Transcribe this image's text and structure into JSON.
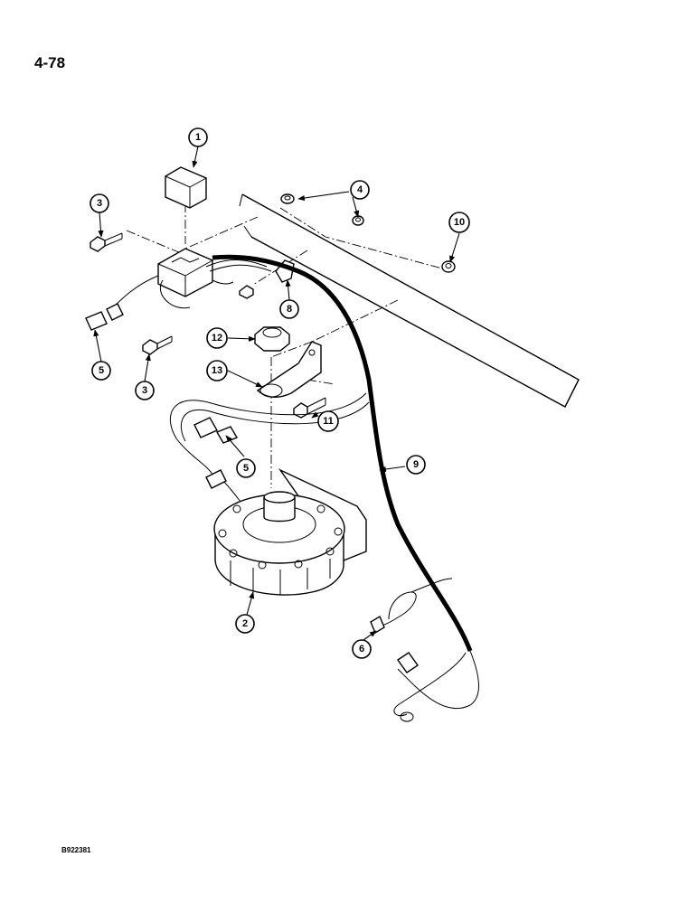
{
  "page": {
    "number": "4-78",
    "figure_code": "B922381"
  },
  "callouts": [
    {
      "id": "c1",
      "label": "1"
    },
    {
      "id": "c2",
      "label": "2"
    },
    {
      "id": "c3a",
      "label": "3"
    },
    {
      "id": "c3b",
      "label": "3"
    },
    {
      "id": "c4",
      "label": "4"
    },
    {
      "id": "c5a",
      "label": "5"
    },
    {
      "id": "c5b",
      "label": "5"
    },
    {
      "id": "c6",
      "label": "6"
    },
    {
      "id": "c8",
      "label": "8"
    },
    {
      "id": "c9",
      "label": "9"
    },
    {
      "id": "c10",
      "label": "10"
    },
    {
      "id": "c11",
      "label": "11"
    },
    {
      "id": "c12",
      "label": "12"
    },
    {
      "id": "c13",
      "label": "13"
    }
  ]
}
